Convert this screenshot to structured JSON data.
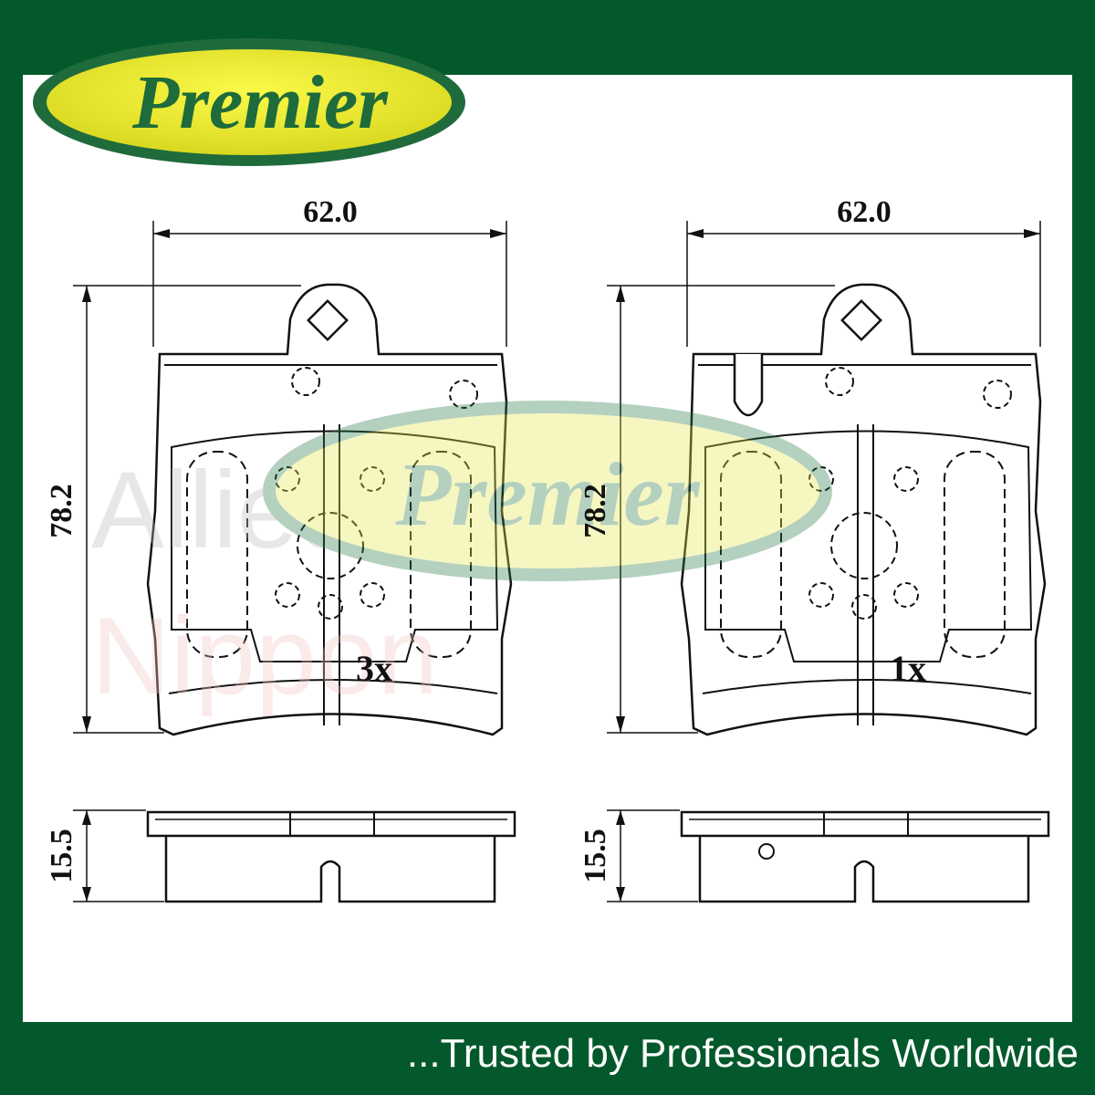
{
  "brand": {
    "logo_text": "Premier",
    "watermark_logo_text": "Premier",
    "watermark_text": [
      "Allied",
      "Nippon"
    ]
  },
  "colors": {
    "frame_green": "#03592b",
    "logo_yellow": "#f4f03a",
    "logo_green": "#1f6b3c"
  },
  "left_pad": {
    "width_label": "62.0",
    "height_label": "78.2",
    "thickness_label": "15.5",
    "quantity_label": "3x"
  },
  "right_pad": {
    "width_label": "62.0",
    "height_label": "78.2",
    "thickness_label": "15.5",
    "quantity_label": "1x"
  },
  "footer": {
    "tagline": "...Trusted by Professionals Worldwide"
  }
}
